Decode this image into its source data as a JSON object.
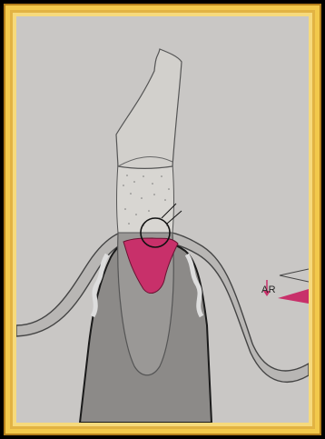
{
  "label_text": "AR",
  "colors": {
    "frame_gold": "#f2c94c",
    "background": "#c9c7c5",
    "inflammation": "#c8306a",
    "gingiva": "#8c8a88"
  },
  "icons": [
    "tooth-crown",
    "root",
    "gingiva",
    "inflammation-zone",
    "circle-marker",
    "arrow-down",
    "wedge-arrow"
  ]
}
